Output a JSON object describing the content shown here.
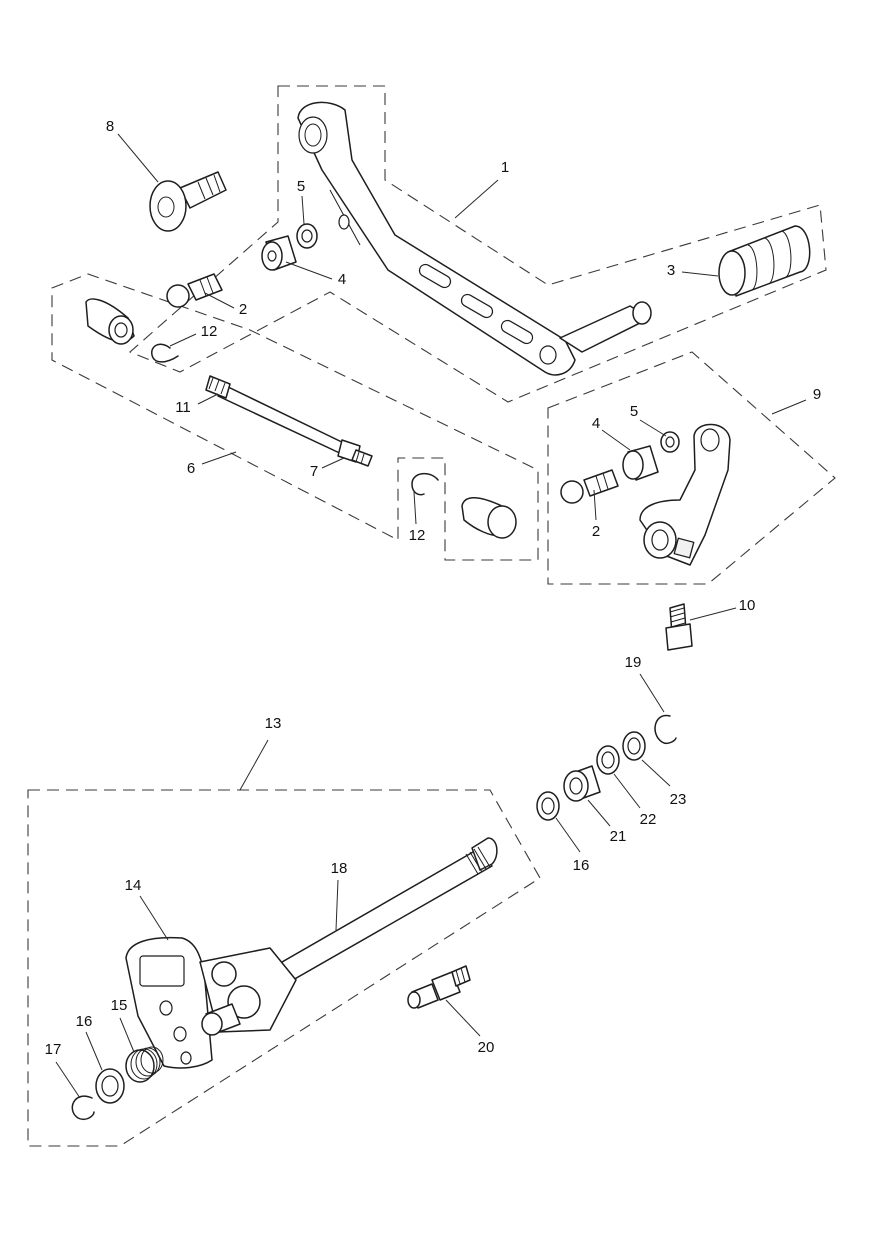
{
  "diagram": {
    "callouts": [
      {
        "id": "c1",
        "text": "1"
      },
      {
        "id": "c2a",
        "text": "2"
      },
      {
        "id": "c2b",
        "text": "2"
      },
      {
        "id": "c3",
        "text": "3"
      },
      {
        "id": "c4a",
        "text": "4"
      },
      {
        "id": "c4b",
        "text": "4"
      },
      {
        "id": "c5a",
        "text": "5"
      },
      {
        "id": "c5b",
        "text": "5"
      },
      {
        "id": "c6",
        "text": "6"
      },
      {
        "id": "c7",
        "text": "7"
      },
      {
        "id": "c8",
        "text": "8"
      },
      {
        "id": "c9",
        "text": "9"
      },
      {
        "id": "c10",
        "text": "10"
      },
      {
        "id": "c11",
        "text": "11"
      },
      {
        "id": "c12a",
        "text": "12"
      },
      {
        "id": "c12b",
        "text": "12"
      },
      {
        "id": "c13",
        "text": "13"
      },
      {
        "id": "c14",
        "text": "14"
      },
      {
        "id": "c15",
        "text": "15"
      },
      {
        "id": "c16a",
        "text": "16"
      },
      {
        "id": "c16b",
        "text": "16"
      },
      {
        "id": "c17",
        "text": "17"
      },
      {
        "id": "c18",
        "text": "18"
      },
      {
        "id": "c19",
        "text": "19"
      },
      {
        "id": "c20",
        "text": "20"
      },
      {
        "id": "c21",
        "text": "21"
      },
      {
        "id": "c22",
        "text": "22"
      },
      {
        "id": "c23",
        "text": "23"
      }
    ]
  }
}
